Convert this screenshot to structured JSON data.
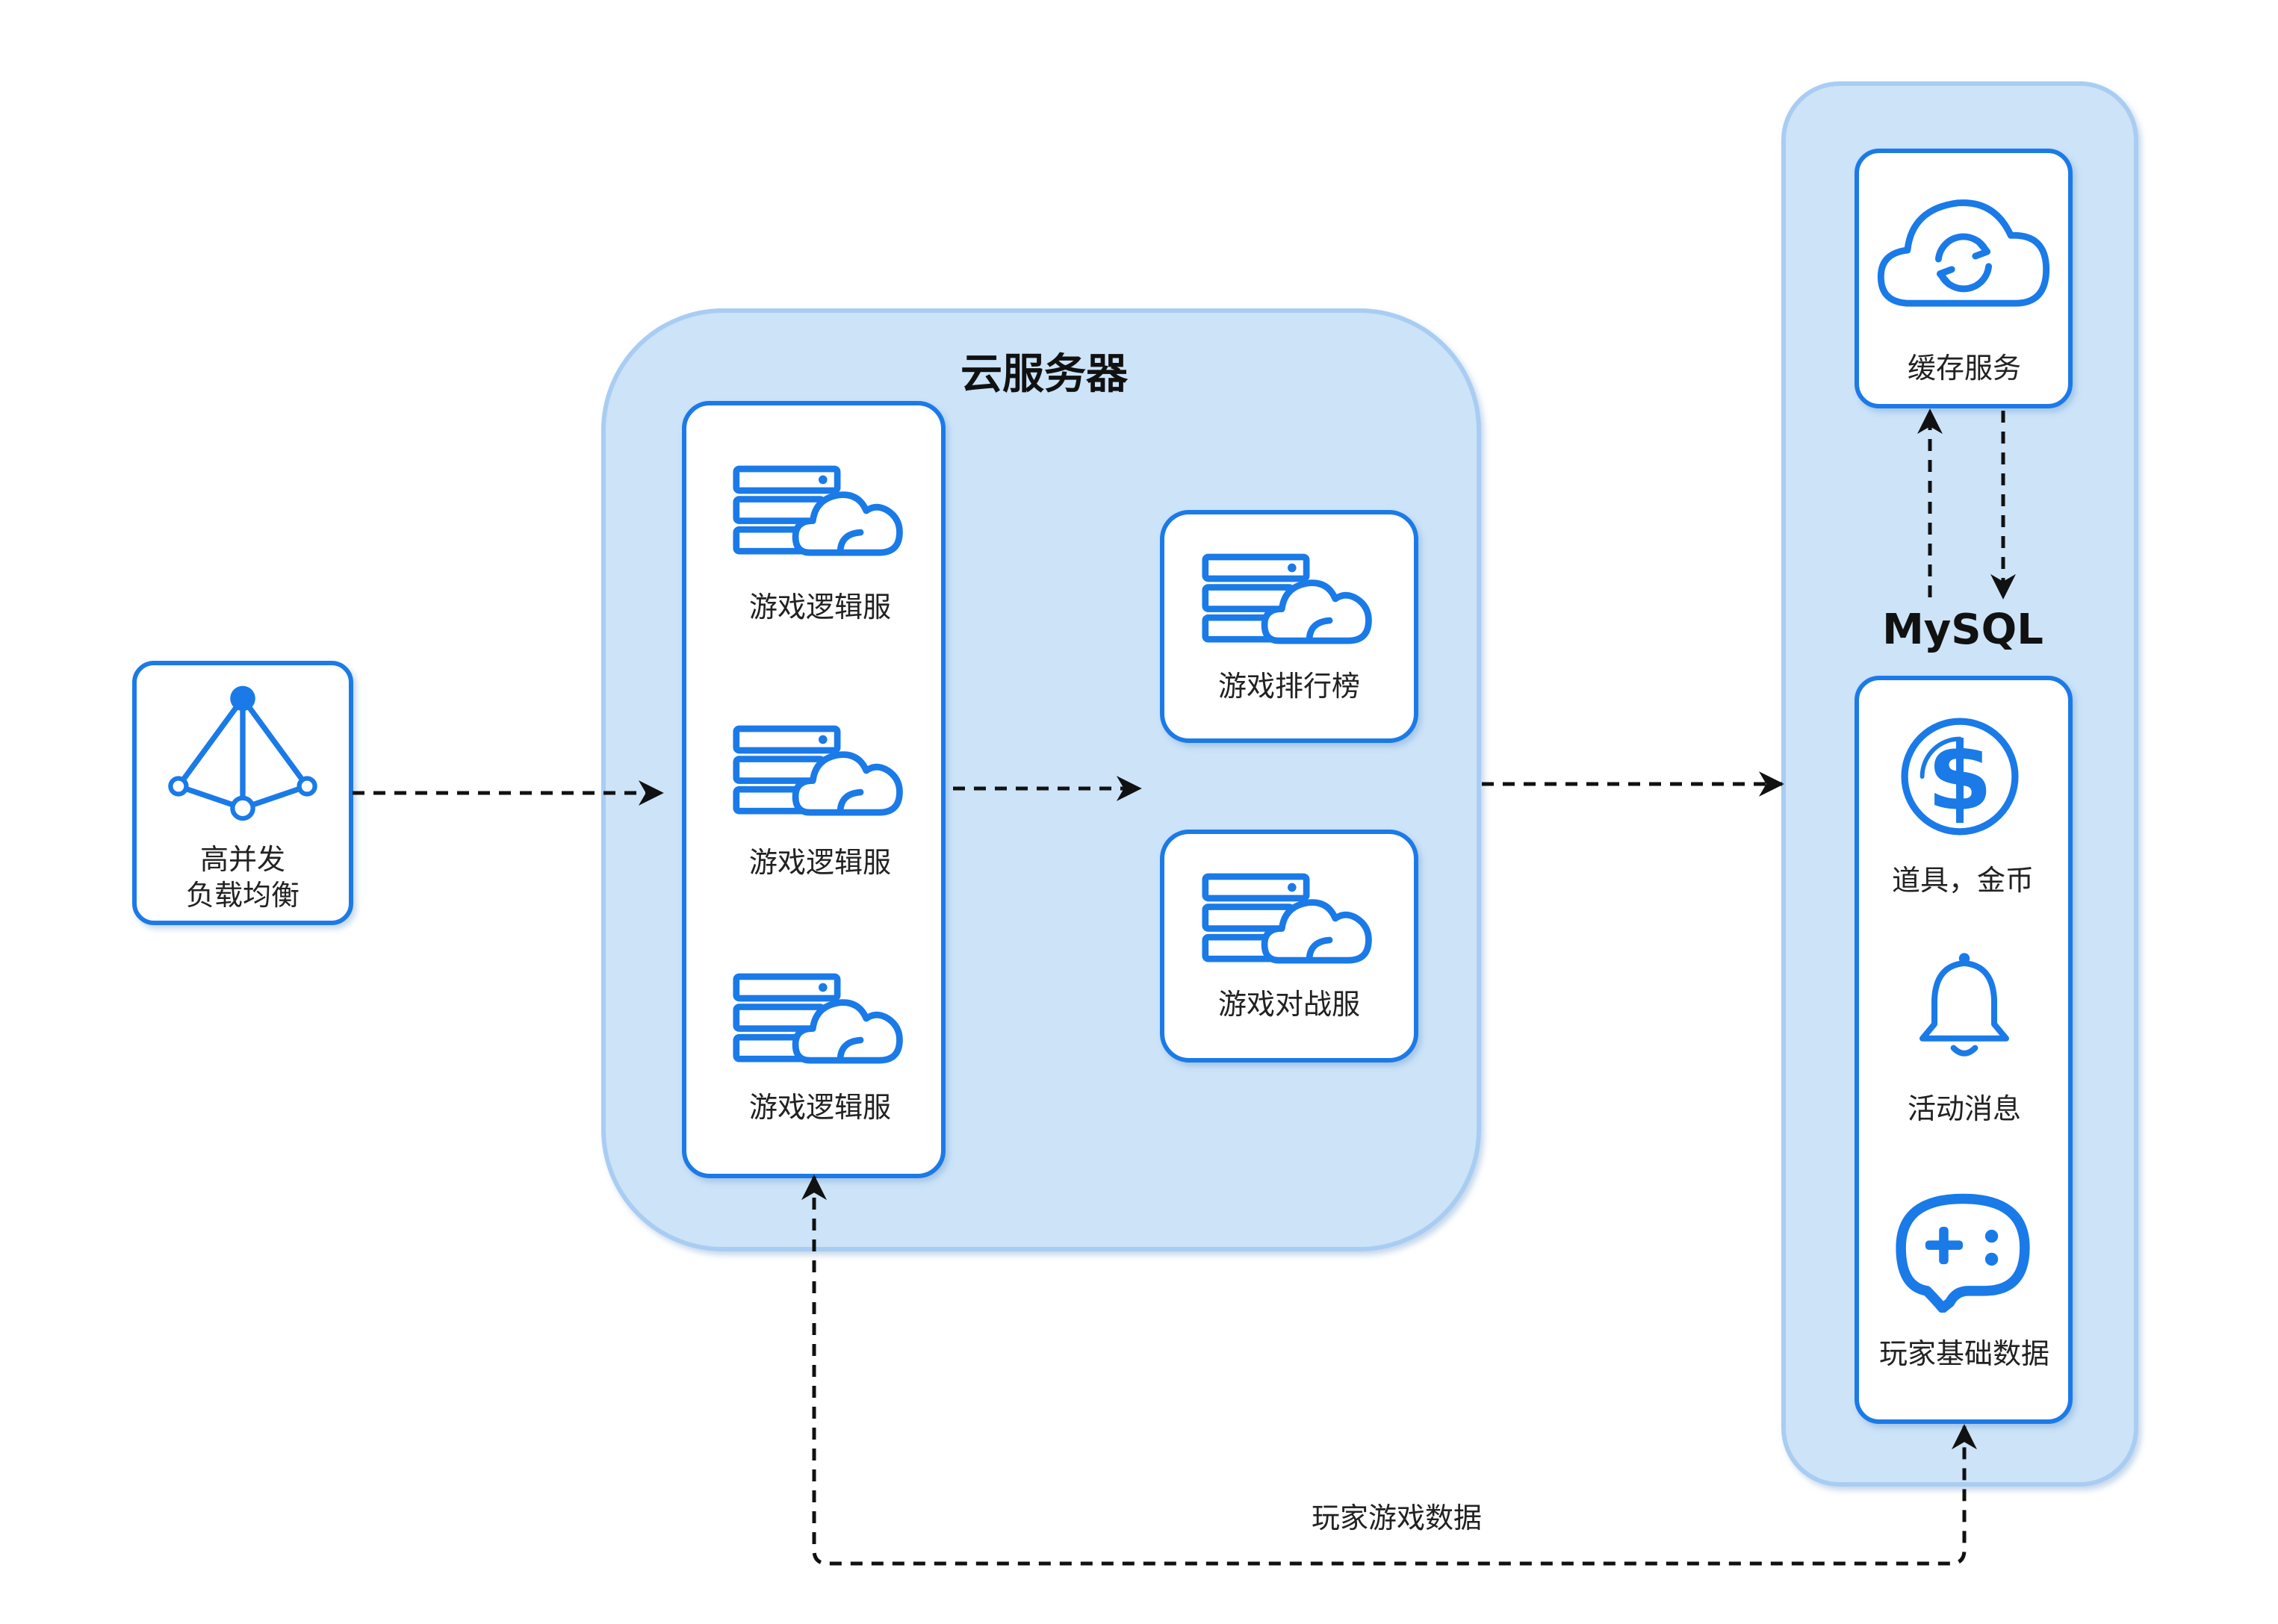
{
  "colors": {
    "accent": "#1a7ae8",
    "region_fill": "#cce3f8",
    "region_stroke": "#a9cdf2",
    "card_fill": "#ffffff",
    "arrow": "#111111"
  },
  "load_balancer": {
    "icon": "load-balancer-icon",
    "line1": "高并发",
    "line2": "负载均衡"
  },
  "cloud_server": {
    "title": "云服务器",
    "logic_servers": [
      {
        "icon": "server-cloud-icon",
        "label": "游戏逻辑服"
      },
      {
        "icon": "server-cloud-icon",
        "label": "游戏逻辑服"
      },
      {
        "icon": "server-cloud-icon",
        "label": "游戏逻辑服"
      }
    ],
    "leaderboard": {
      "icon": "server-cloud-icon",
      "label": "游戏排行榜"
    },
    "battle": {
      "icon": "server-cloud-icon",
      "label": "游戏对战服"
    }
  },
  "storage": {
    "cache": {
      "icon": "cloud-sync-icon",
      "label": "缓存服务"
    },
    "mysql_title": "MySQL",
    "items": [
      {
        "icon": "dollar-coin-icon",
        "label": "道具，金币"
      },
      {
        "icon": "bell-icon",
        "label": "活动消息"
      },
      {
        "icon": "gamepad-icon",
        "label": "玩家基础数据"
      }
    ]
  },
  "edges": {
    "bottom_label": "玩家游戏数据"
  }
}
